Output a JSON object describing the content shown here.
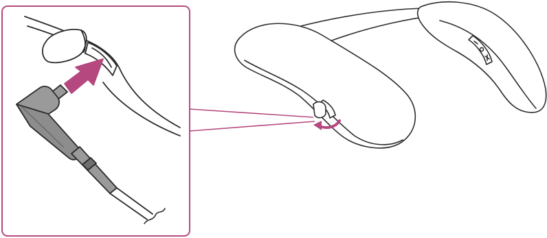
{
  "colors": {
    "accent": "#b5487f",
    "line": "#2b2b2b",
    "fill": "#ffffff",
    "plug_fill": "#9a9a9a",
    "plug_dark": "#6f6f6f"
  },
  "diagram": {
    "type": "instruction-illustration",
    "parts": [
      "neckband-speaker",
      "port-cover",
      "usb-type-c-cable",
      "insert-arrow",
      "open-cover-arrow",
      "zoom-callout"
    ]
  }
}
